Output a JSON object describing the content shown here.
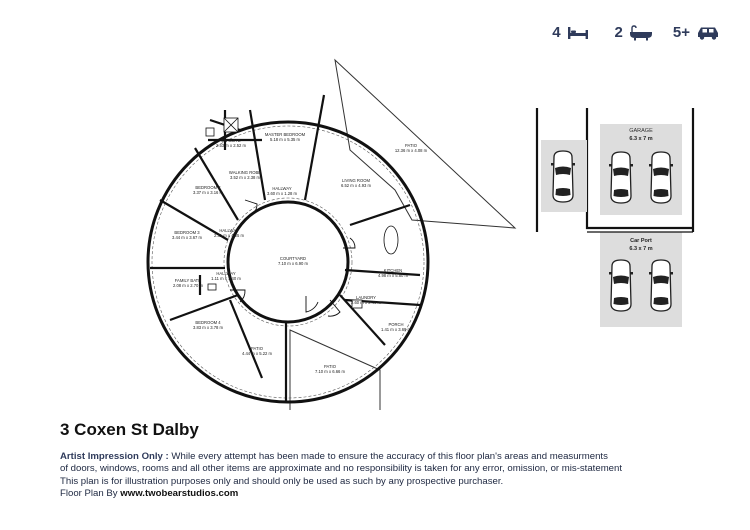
{
  "summary": {
    "bedrooms": "4",
    "bathrooms": "2",
    "car_spaces": "5+",
    "icons": [
      "bed-icon",
      "bathtub-icon",
      "car-icon"
    ]
  },
  "rooms": {
    "ensuite": {
      "name": "EN SUITE",
      "dims": "2.53 m x 2.52 m"
    },
    "master": {
      "name": "MASTER BEDROOM",
      "dims": "5.18 m x 5.35 m"
    },
    "walkin": {
      "name": "WALKING ROBE",
      "dims": "3.52 m x 2.38 m"
    },
    "bed2": {
      "name": "BEDROOM 2",
      "dims": "3.37 m x 3.16 m"
    },
    "hallway_n": {
      "name": "HALLWAY",
      "dims": "3.60 m x 1.28 m"
    },
    "hallway_w": {
      "name": "HALLWAY",
      "dims": "2.31 m x 4.25 m"
    },
    "bed3": {
      "name": "BEDROOM 3",
      "dims": "3.44 m x 3.67 m"
    },
    "courtyard": {
      "name": "COURTYARD",
      "dims": "7.10 m x 6.90 m"
    },
    "living": {
      "name": "LIVING ROOM",
      "dims": "6.52 m x 4.93 m"
    },
    "patio_ne": {
      "name": "PATIO",
      "dims": "12.36 m x 4.08 m"
    },
    "kitchen": {
      "name": "KITCHEN",
      "dims": "4.98 m x 5.80 m"
    },
    "hallway_sw": {
      "name": "HALLWAY",
      "dims": "1.11 m x 1.40 m"
    },
    "family_bath": {
      "name": "FAMILY BATH",
      "dims": "2.08 m x 2.70 m"
    },
    "laundry": {
      "name": "LAUNDRY",
      "dims": "2.60 m x 2.46 m"
    },
    "porch": {
      "name": "PORCH",
      "dims": "1.41 m x 3.69 m"
    },
    "bed4": {
      "name": "BEDROOM 4",
      "dims": "3.83 m x 3.78 m"
    },
    "patio_s": {
      "name": "PATIO",
      "dims": "4.44 m x 5.22 m"
    },
    "patio_se": {
      "name": "PATIO",
      "dims": "7.10 m x 6.66 m"
    },
    "garage": {
      "name": "GARAGE",
      "dims": "6.3 x 7 m"
    },
    "carport": {
      "name": "Car Port",
      "dims": "6.3 x 7 m"
    }
  },
  "address": "3 Coxen St Dalby",
  "disclaimer": {
    "heading": "Artist Impression Only :",
    "line1": "While every attempt has been made to ensure the accuracy of this floor plan's areas and measurments",
    "line2": "of doors, windows, rooms and all other items are approximate and no responsibility is taken for any error, omission, or mis-statement",
    "line3": "This plan is for illustration purposes only and should only be used as such by any prospective purchaser.",
    "credit_prefix": "Floor Plan By",
    "credit_link": "www.twobearstudios.com"
  }
}
